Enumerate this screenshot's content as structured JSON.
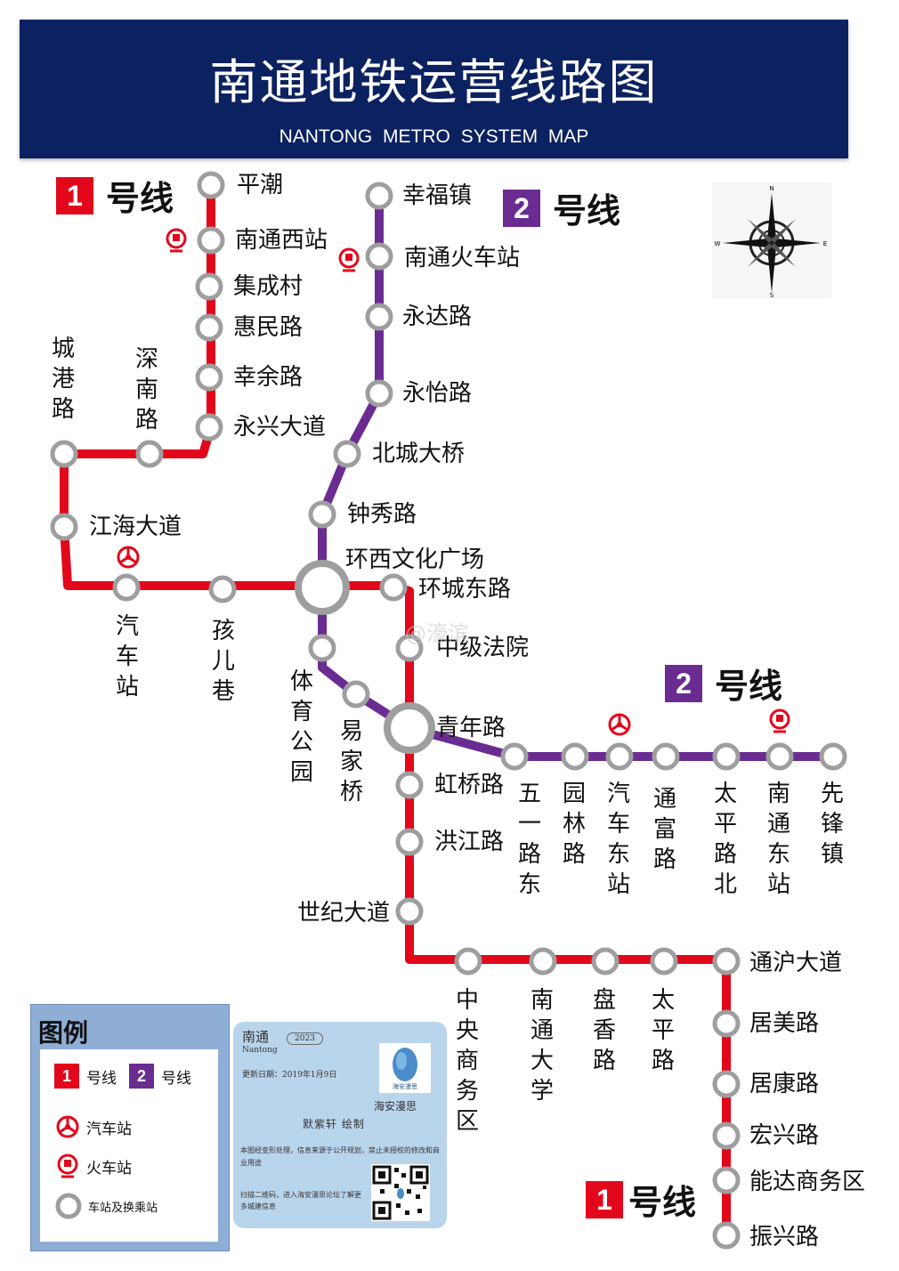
{
  "header": {
    "title": "南通地铁运营线路图",
    "subtitle": "NANTONG METRO SYSTEM MAP"
  },
  "badges": {
    "line1": {
      "num": "1",
      "label": "号线"
    },
    "line2": {
      "num": "2",
      "label": "号线"
    }
  },
  "colors": {
    "line1": "#e2071b",
    "line2": "#6b2c91",
    "header": "#0c2160",
    "station_ring": "#9e9e9e"
  },
  "compass": {
    "n": "N",
    "s": "S",
    "e": "E",
    "w": "W"
  },
  "line1_stations": [
    "平潮",
    "南通西站",
    "集成村",
    "惠民路",
    "幸余路",
    "永兴大道",
    "深南路",
    "城港路",
    "江海大道",
    "汽车站",
    "孩儿巷",
    "环西文化广场",
    "环城东路",
    "中级法院",
    "青年路",
    "虹桥路",
    "洪江路",
    "世纪大道",
    "中央商务区",
    "南通大学",
    "盘香路",
    "太平路",
    "通沪大道",
    "居美路",
    "居康路",
    "宏兴路",
    "能达商务区",
    "振兴路"
  ],
  "line2_stations": [
    "幸福镇",
    "南通火车站",
    "永达路",
    "永怡路",
    "北城大桥",
    "钟秀路",
    "环西文化广场",
    "体育公园",
    "易家桥",
    "青年路",
    "五一路东",
    "园林路",
    "汽车东站",
    "通富路",
    "太平路北",
    "南通东站",
    "先锋镇"
  ],
  "legend": {
    "title": "图例",
    "line1_num": "1",
    "line1_label": "号线",
    "line2_num": "2",
    "line2_label": "号线",
    "bus": "汽车站",
    "train": "火车站",
    "station": "车站及换乘站"
  },
  "card": {
    "city": "南通",
    "city_en": "Nantong",
    "year": "2023",
    "updated": "更新日期：2019年1月9日",
    "logo_text": "海安漫思",
    "author_org": "海安漫思",
    "drawn_by": "默紫轩  绘制",
    "notice": "本图经变形处理，信息来源于公开规划，禁止未授权的修改和商业用途",
    "scan": "扫描二维码，进入海安漫思论坛了解更多城建信息"
  },
  "watermark": "@濠滨"
}
